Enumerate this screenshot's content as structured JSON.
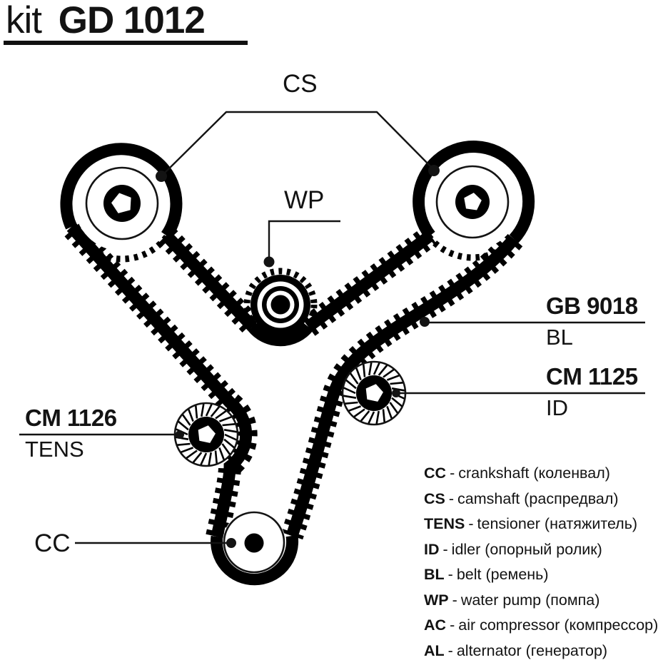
{
  "title": {
    "prefix": "kit",
    "code": "GD 1012"
  },
  "callouts": {
    "camshaft_abbr": "CS",
    "water_pump_abbr": "WP",
    "crankshaft_abbr": "CC",
    "belt": {
      "part_number": "GB 9018",
      "abbr": "BL"
    },
    "idler": {
      "part_number": "CM 1125",
      "abbr": "ID"
    },
    "tensioner": {
      "part_number": "CM 1126",
      "abbr": "TENS"
    }
  },
  "legend": {
    "separator": "-",
    "rows": [
      {
        "abbr": "CC",
        "desc": "crankshaft (коленвал)"
      },
      {
        "abbr": "CS",
        "desc": "camshaft (распредвал)"
      },
      {
        "abbr": "TENS",
        "desc": "tensioner (натяжитель)"
      },
      {
        "abbr": "ID",
        "desc": "idler (опорный ролик)"
      },
      {
        "abbr": "BL",
        "desc": "belt (ремень)"
      },
      {
        "abbr": "WP",
        "desc": "water pump (помпа)"
      },
      {
        "abbr": "AC",
        "desc": "air compressor (компрессор)"
      },
      {
        "abbr": "AL",
        "desc": "alternator (генератор)"
      }
    ]
  },
  "colors": {
    "ink": "#000000",
    "background": "#ffffff"
  }
}
